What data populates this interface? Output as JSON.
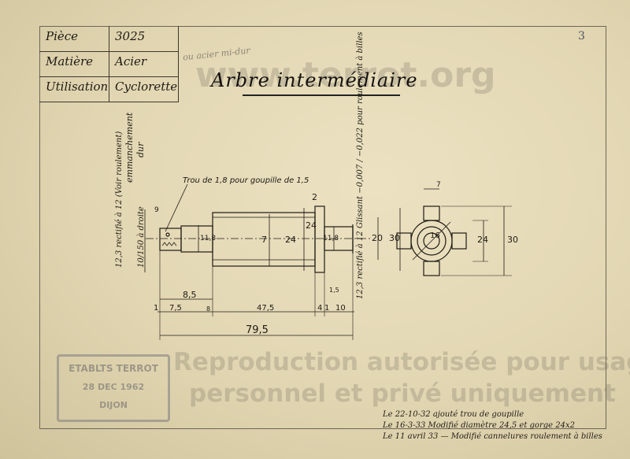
{
  "title_block": {
    "piece_label": "Pièce",
    "piece_value": "3025",
    "matiere_label": "Matière",
    "matiere_value": "Acier",
    "utilisation_label": "Utilisation",
    "utilisation_value": "Cyclorette"
  },
  "pencil_note": "ou acier mi-dur",
  "title": "Arbre intermédiaire",
  "annotations": {
    "left_tolerance": "12,3 rectifié à 12 (Voir roulement)",
    "emmanchement": "emmanchement",
    "emmanchement_2": "dur",
    "left_bore": "10/150 à droite",
    "trou_note": "Trou de 1,8 pour goupille de 1,5",
    "glissant_note": "Glissant −0,007 / −0,022 pour roulement à billes",
    "right_tolerance": "12,3 rectifié à 12"
  },
  "dimensions": {
    "d9": "9",
    "d11_8a": "11,8",
    "d7": "7",
    "d24a": "24",
    "d24b": "24",
    "d11_8b": "11,8",
    "d20": "20",
    "d30a": "30",
    "d2": "2",
    "d16": "16",
    "d24c": "24",
    "d30b": "30",
    "d7b": "7",
    "h8_5": "8,5",
    "h1": "1",
    "h7_5": "7,5",
    "h8": "8",
    "h47_5": "47,5",
    "h4": "4",
    "h1b": "1",
    "h10": "10",
    "h1_5": "1,5",
    "h79_5": "79,5"
  },
  "stamp": {
    "line1": "ETABLTS TERROT",
    "line2": "28 DEC 1962",
    "line3": "DIJON"
  },
  "watermark": {
    "site": "www.terrot.org",
    "line1": "Reproduction autorisée pour usage",
    "line2": "personnel et privé uniquement"
  },
  "revision_notes": [
    "Le 22-10-32 ajouté trou de goupille",
    "Le 16-3-33 Modifié diamètre 24,5 et gorge 24x2",
    "Le 11 avril 33 — Modifié cannelures roulement à billes"
  ],
  "corner_mark": "3"
}
